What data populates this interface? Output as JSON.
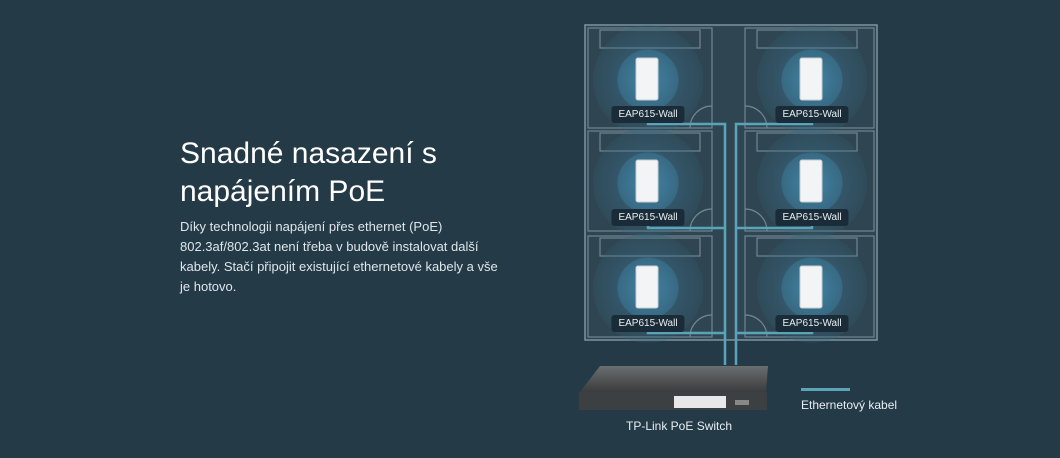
{
  "heading": "Snadné nasazení s napájením PoE",
  "description": "Díky technologii napájení přes ethernet (PoE) 802.3af/802.3at není třeba v budově instalovat další kabely. Stačí připojit existující ethernetové kabely a vše je hotovo.",
  "access_points": [
    {
      "label": "EAP615-Wall"
    },
    {
      "label": "EAP615-Wall"
    },
    {
      "label": "EAP615-Wall"
    },
    {
      "label": "EAP615-Wall"
    },
    {
      "label": "EAP615-Wall"
    },
    {
      "label": "EAP615-Wall"
    }
  ],
  "switch_label": "TP-Link PoE Switch",
  "legend": {
    "label": "Ethernetový kabel",
    "color": "#5aa3b8"
  }
}
